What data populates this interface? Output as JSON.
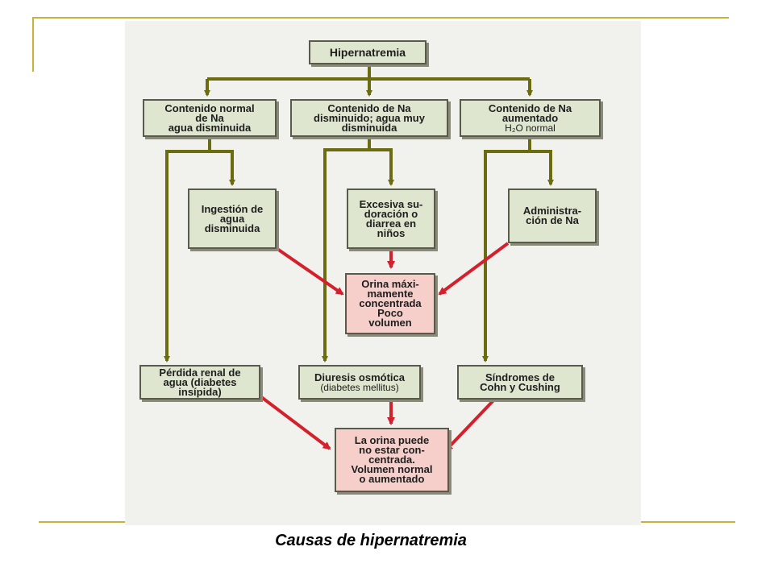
{
  "caption": "Causas de hipernatremia",
  "colors": {
    "olive_connector": "#6b6b10",
    "red_connector": "#d4202c",
    "green_box": "#dfe6cf",
    "pink_box": "#f6cfcb",
    "slide_rule": "#c8b23c"
  },
  "nodes": {
    "root": "Hipernatremia",
    "normal_na": "Contenido normal\nde Na\nagua disminuida",
    "low_na": "Contenido de Na\ndisminuido; agua muy\ndisminuida",
    "high_na": "Contenido de Na\naumentado",
    "high_na_sub": "H₂O normal",
    "ingestion": "Ingestión de\nagua\ndisminuida",
    "sweating": "Excesiva su-\ndoración o\ndiarrea en\nniños",
    "admin_na": "Administra-\nción de Na",
    "concentrated_urine": "Orina máxi-\nmamente\nconcentrada\nPoco\nvolumen",
    "renal_loss": "Pérdida renal de\nagua (diabetes\ninsípida)",
    "osmotic": "Diuresis osmótica",
    "osmotic_sub": "(diabetes mellitus)",
    "cohn": "Síndromes de\nCohn y Cushing",
    "unconcentrated_urine": "La orina puede\nno estar con-\ncentrada.\nVolumen normal\no aumentado"
  }
}
